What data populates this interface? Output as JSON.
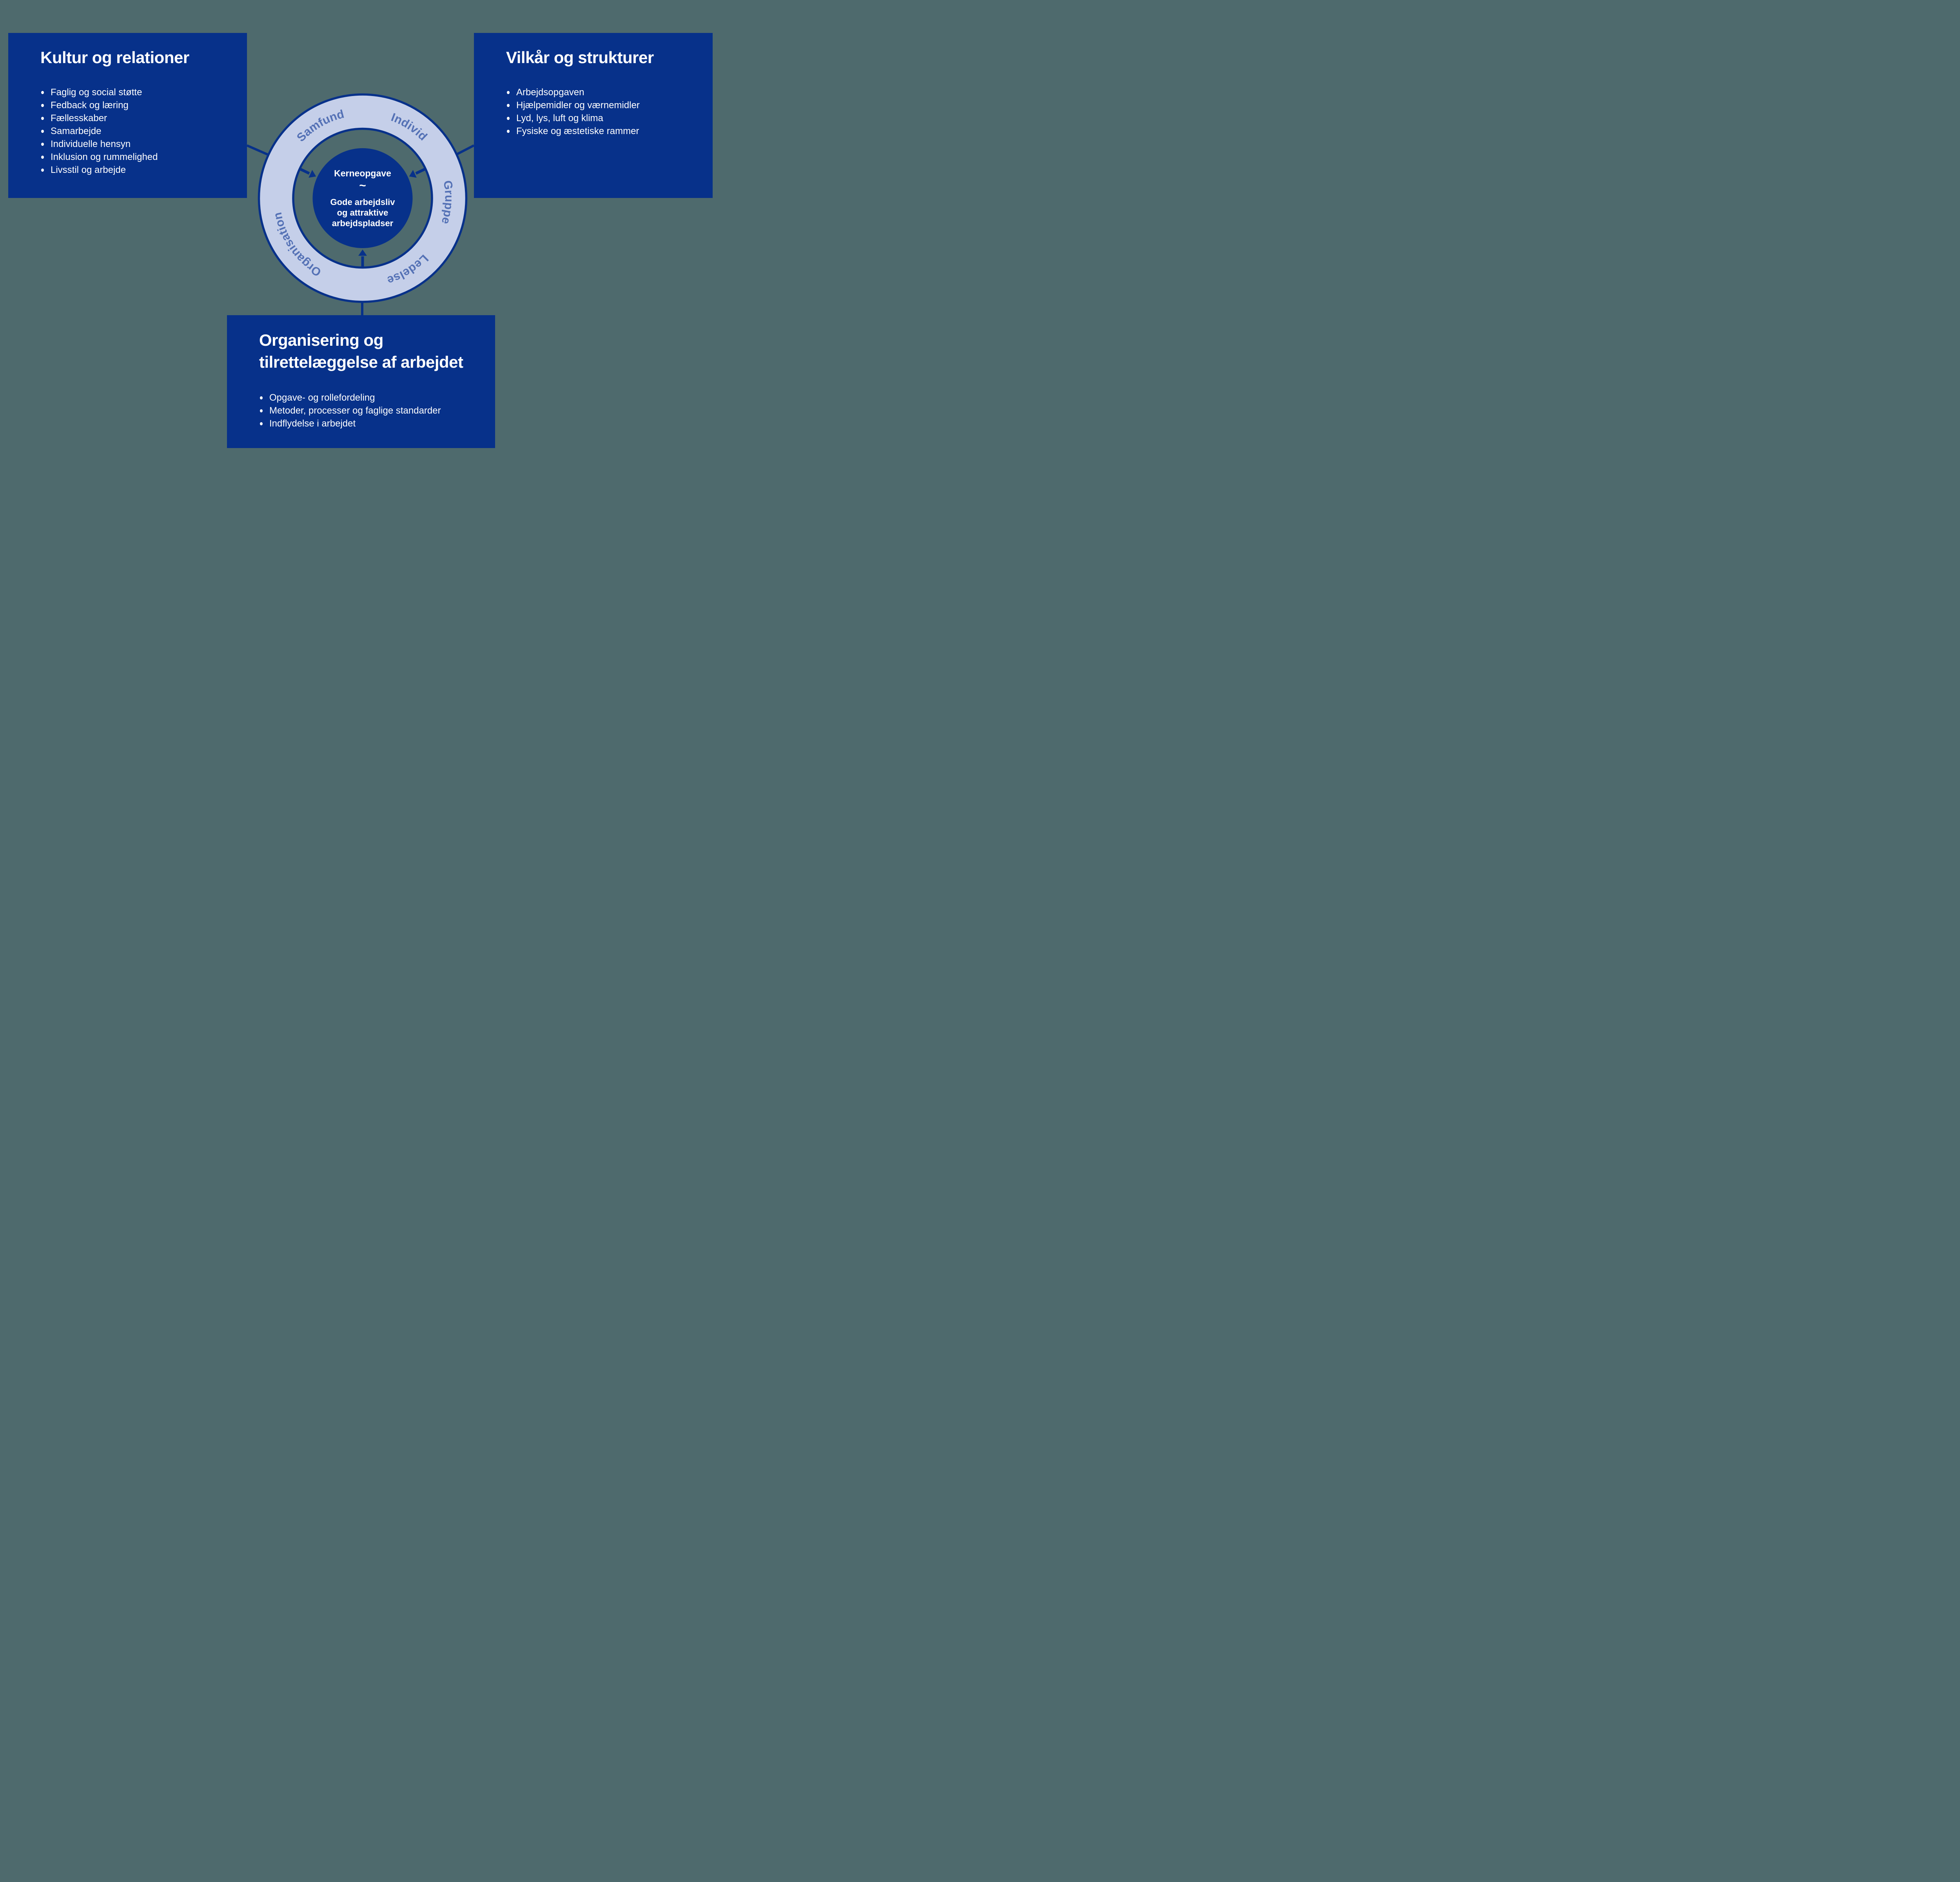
{
  "colors": {
    "background": "#4e6a6d",
    "navy": "#07318a",
    "ring_fill": "#c5cfe9",
    "ring_label": "#5471b5",
    "text": "#ffffff"
  },
  "boxes": {
    "kultur": {
      "title": "Kultur og relationer",
      "items": [
        "Faglig og social støtte",
        "Fedback og læring",
        "Fællesskaber",
        "Samarbejde",
        "Individuelle hensyn",
        "Inklusion og rummelighed",
        "Livsstil og arbejde"
      ]
    },
    "vilkaar": {
      "title": "Vilkår og strukturer",
      "items": [
        "Arbejdsopgaven",
        "Hjælpemidler og værnemidler",
        "Lyd, lys, luft og klima",
        "Fysiske og æstetiske rammer"
      ]
    },
    "organisering": {
      "title_lines": [
        "Organisering og",
        "tilrettelæggelse af arbejdet"
      ],
      "items": [
        "Opgave- og rollefordeling",
        "Metoder, processer og faglige standarder",
        "Indflydelse i arbejdet"
      ]
    }
  },
  "circle": {
    "ring_labels": [
      "Samfund",
      "Individ",
      "Gruppe",
      "Ledelse",
      "Organisation"
    ],
    "center": {
      "heading": "Kerneopgave",
      "separator": "~",
      "body_lines": [
        "Gode arbejdsliv",
        "og attraktive",
        "arbejdspladser"
      ]
    }
  }
}
